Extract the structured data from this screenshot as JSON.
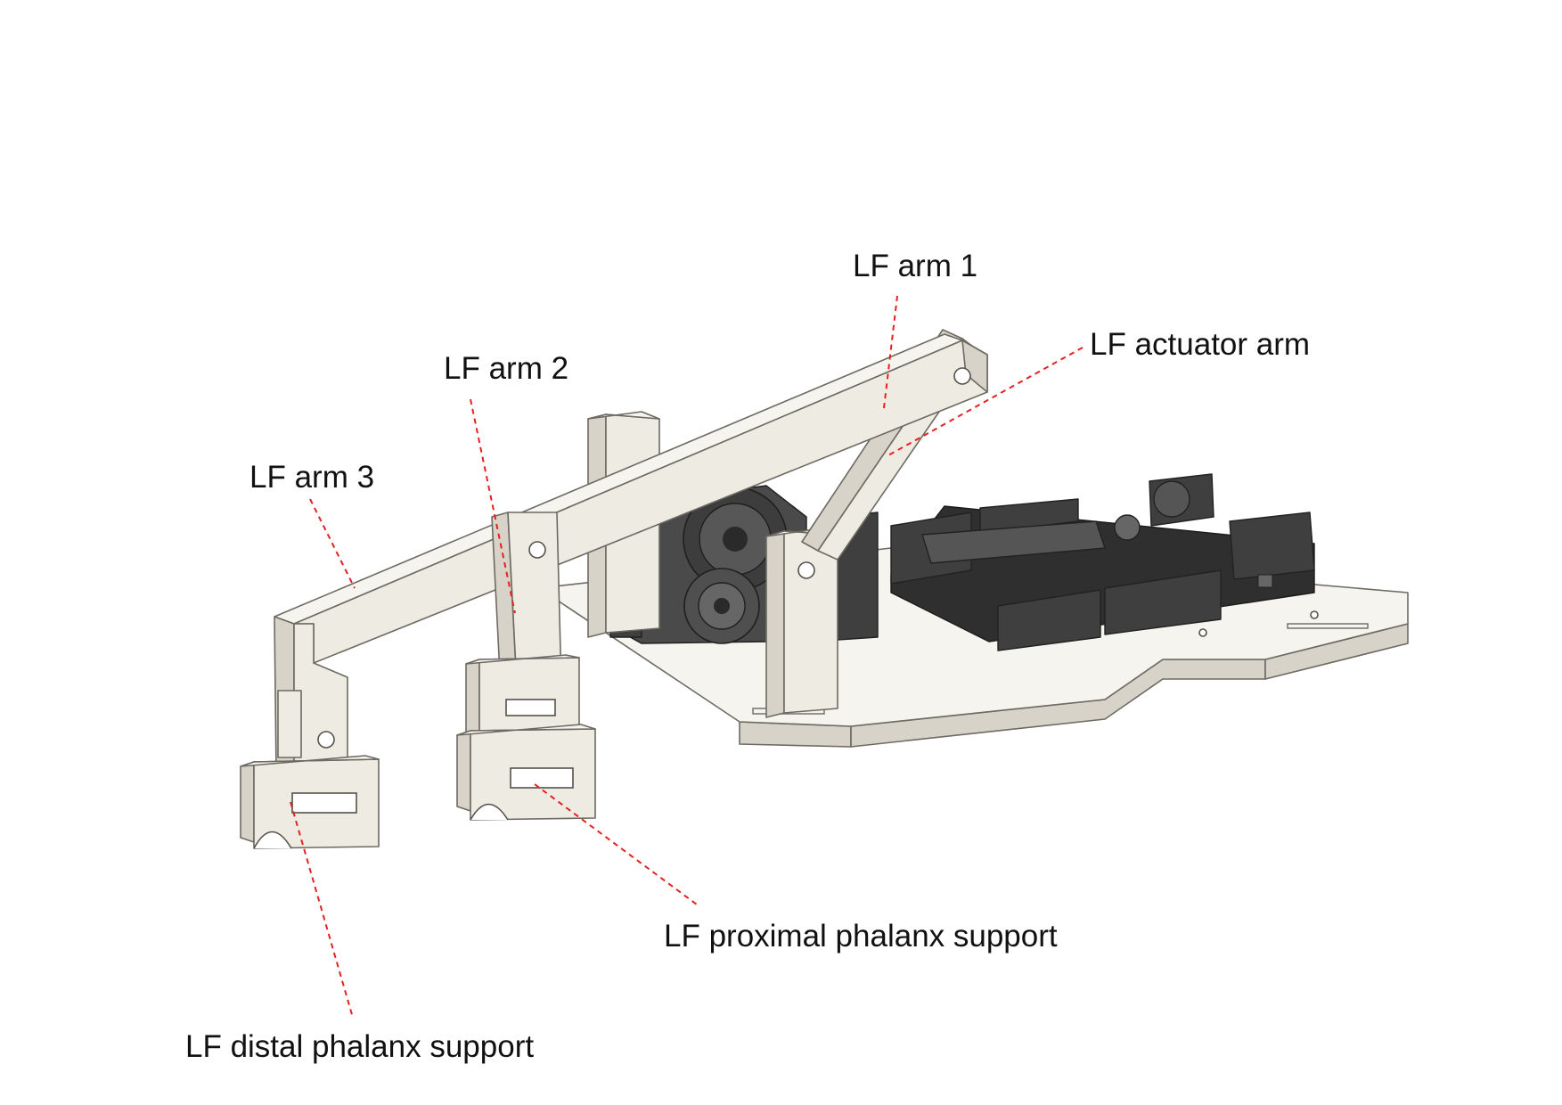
{
  "figure": {
    "labels": {
      "arm1": "LF arm 1",
      "actuator_arm": "LF actuator arm",
      "arm2": "LF arm 2",
      "arm3": "LF arm 3",
      "proximal_support": "LF proximal phalanx support",
      "distal_support": "LF distal phalanx support"
    },
    "colors": {
      "leader_line": "#e3211f",
      "part_body": "#eeebe3",
      "electronics": "#3f3f3f",
      "label_text": "#111111"
    }
  }
}
